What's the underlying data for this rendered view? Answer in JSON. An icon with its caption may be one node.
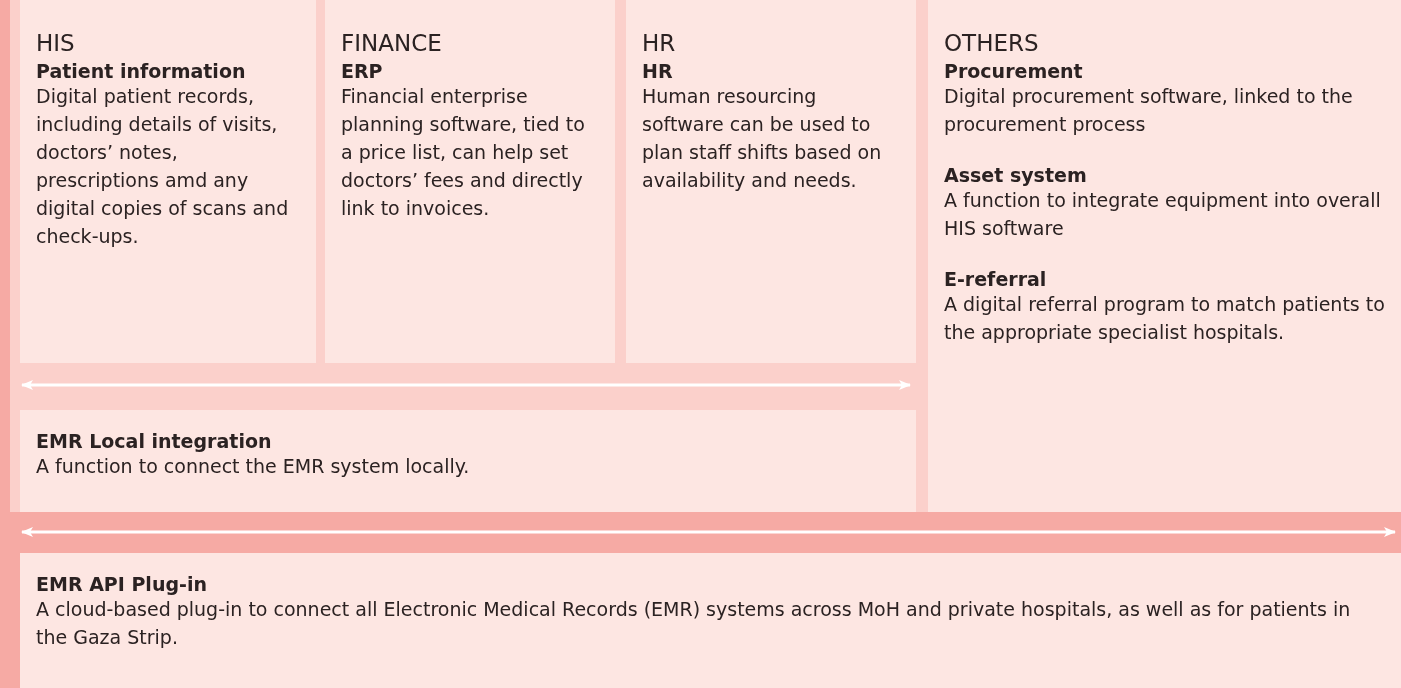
{
  "diagram": {
    "nodes": [
      {
        "text": [
          "HIS",
          "Patient information",
          "Digital patient records, including details of visits, doctors’ notes, prescriptions amd any digital copies of scans and check-ups."
        ]
      },
      {
        "text": [
          "FINANCE",
          "ERP",
          "Financial enterprise planning software, tied to a price list, can help set doctors’ fees and directly link to invoices."
        ]
      },
      {
        "text": [
          "HR",
          "HR",
          "Human resourcing software can be used to plan staff shifts based on availability and needs."
        ]
      },
      {
        "text": [
          "OTHERS",
          "Procurement",
          "Digital procurement software, linked to the procurement process",
          "Asset system",
          "A function to integrate equipment into overall HIS software",
          "E-referral",
          "A digital referral program to match patients to the appropriate specialist hospitals."
        ]
      },
      {
        "text": [
          "EMR Local integration",
          "A function to connect the EMR system locally."
        ]
      },
      {
        "text": [
          "EMR API Plug-in",
          "A cloud-based plug-in to connect all Electronic Medical Records (EMR) systems across MoH and private hospitals, as well as for patients in the Gaza Strip."
        ]
      }
    ],
    "edges": [
      {
        "from": 0,
        "to": 2,
        "arrow": "both"
      },
      {
        "from": 4,
        "to": 3,
        "arrow": "both"
      }
    ]
  }
}
